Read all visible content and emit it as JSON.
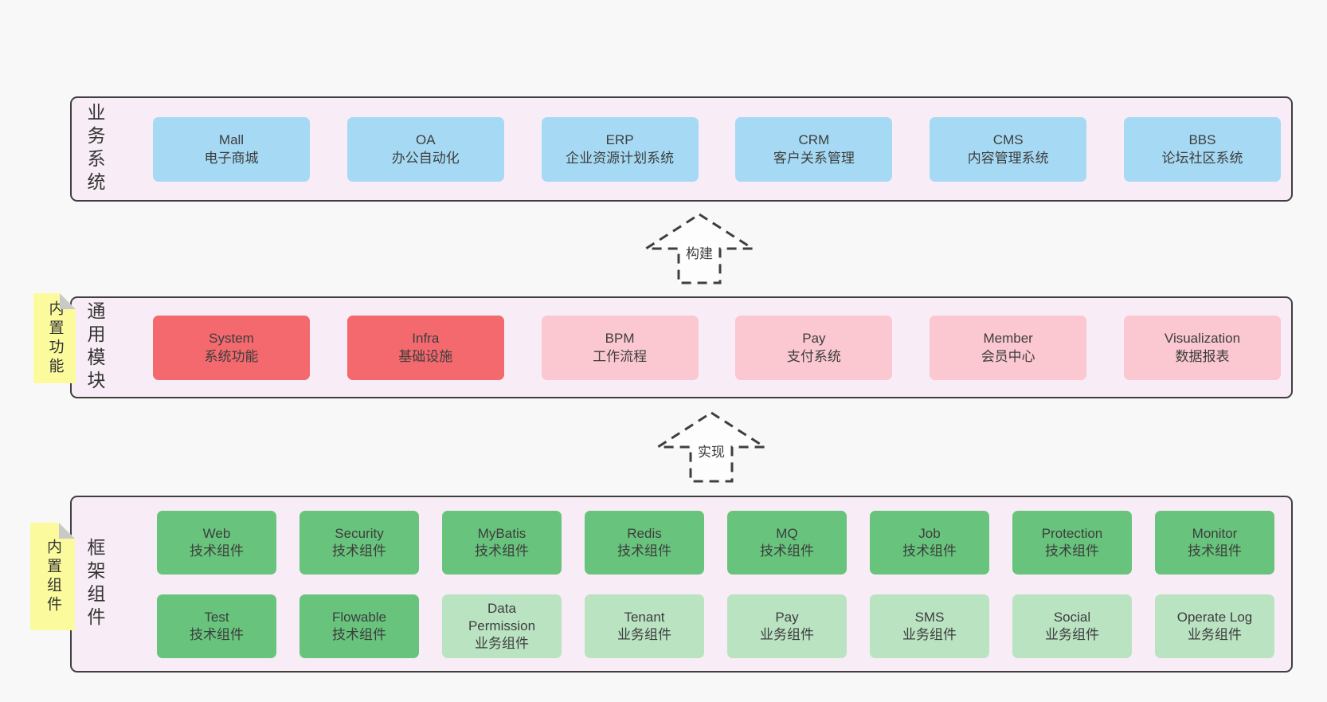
{
  "colors": {
    "bg": "#f8f8f8",
    "panelBg": "#f8edf6",
    "panelBorder": "#3f3f3f",
    "blue": "#a6daf4",
    "red": "#f3696e",
    "pink": "#fbc7d0",
    "greenDark": "#68c47c",
    "greenLight": "#bae3c2",
    "stickyYellow": "#fbfb9e",
    "stickyFold": "#c9c9c9",
    "text": "#3d3d3d"
  },
  "arrows": {
    "build": "构建",
    "implement": "实现"
  },
  "sections": {
    "business": {
      "label": "业务系统",
      "boxes": [
        {
          "en": "Mall",
          "zh": "电子商城"
        },
        {
          "en": "OA",
          "zh": "办公自动化"
        },
        {
          "en": "ERP",
          "zh": "企业资源计划系统"
        },
        {
          "en": "CRM",
          "zh": "客户关系管理"
        },
        {
          "en": "CMS",
          "zh": "内容管理系统"
        },
        {
          "en": "BBS",
          "zh": "论坛社区系统"
        }
      ]
    },
    "modules": {
      "label": "通用模块",
      "sticky": "内置功能",
      "boxes": [
        {
          "en": "System",
          "zh": "系统功能"
        },
        {
          "en": "Infra",
          "zh": "基础设施"
        },
        {
          "en": "BPM",
          "zh": "工作流程"
        },
        {
          "en": "Pay",
          "zh": "支付系统"
        },
        {
          "en": "Member",
          "zh": "会员中心"
        },
        {
          "en": "Visualization",
          "zh": "数据报表"
        }
      ]
    },
    "components": {
      "label": "框架组件",
      "sticky": "内置组件",
      "row1": [
        {
          "en": "Web",
          "zh": "技术组件"
        },
        {
          "en": "Security",
          "zh": "技术组件"
        },
        {
          "en": "MyBatis",
          "zh": "技术组件"
        },
        {
          "en": "Redis",
          "zh": "技术组件"
        },
        {
          "en": "MQ",
          "zh": "技术组件"
        },
        {
          "en": "Job",
          "zh": "技术组件"
        },
        {
          "en": "Protection",
          "zh": "技术组件"
        },
        {
          "en": "Monitor",
          "zh": "技术组件"
        }
      ],
      "row2": [
        {
          "en": "Test",
          "zh": "技术组件"
        },
        {
          "en": "Flowable",
          "zh": "技术组件"
        },
        {
          "en": "Data Permission",
          "zh": "业务组件"
        },
        {
          "en": "Tenant",
          "zh": "业务组件"
        },
        {
          "en": "Pay",
          "zh": "业务组件"
        },
        {
          "en": "SMS",
          "zh": "业务组件"
        },
        {
          "en": "Social",
          "zh": "业务组件"
        },
        {
          "en": "Operate Log",
          "zh": "业务组件"
        }
      ]
    }
  }
}
